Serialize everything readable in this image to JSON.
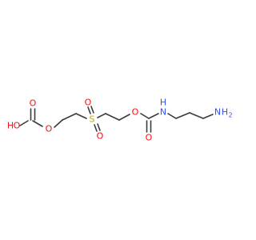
{
  "molecule": {
    "atoms": [
      {
        "id": "H_acid",
        "text": "H",
        "color": "#ff0d0d"
      },
      {
        "id": "O_hydroxyl",
        "text": "O",
        "color": "#ff0d0d"
      },
      {
        "id": "O_carbonyl1",
        "text": "O",
        "color": "#ff0d0d"
      },
      {
        "id": "O_ester1",
        "text": "O",
        "color": "#ff0d0d"
      },
      {
        "id": "S_sulfonyl",
        "text": "S",
        "color": "#c8a800"
      },
      {
        "id": "O_sulfonyl_top",
        "text": "O",
        "color": "#ff0d0d"
      },
      {
        "id": "O_sulfonyl_bottom",
        "text": "O",
        "color": "#ff0d0d"
      },
      {
        "id": "O_ester2",
        "text": "O",
        "color": "#ff0d0d"
      },
      {
        "id": "O_carbonyl2",
        "text": "O",
        "color": "#ff0d0d"
      },
      {
        "id": "H_amide",
        "text": "H",
        "color": "#3050f8"
      },
      {
        "id": "N_amide",
        "text": "N",
        "color": "#3050f8"
      },
      {
        "id": "N_amine",
        "text": "N",
        "color": "#3050f8"
      },
      {
        "id": "H2_amine",
        "text": "H",
        "color": "#3050f8"
      },
      {
        "id": "H2_sub",
        "text": "2",
        "color": "#3050f8"
      }
    ],
    "bond_color": "#3b3b3b"
  }
}
